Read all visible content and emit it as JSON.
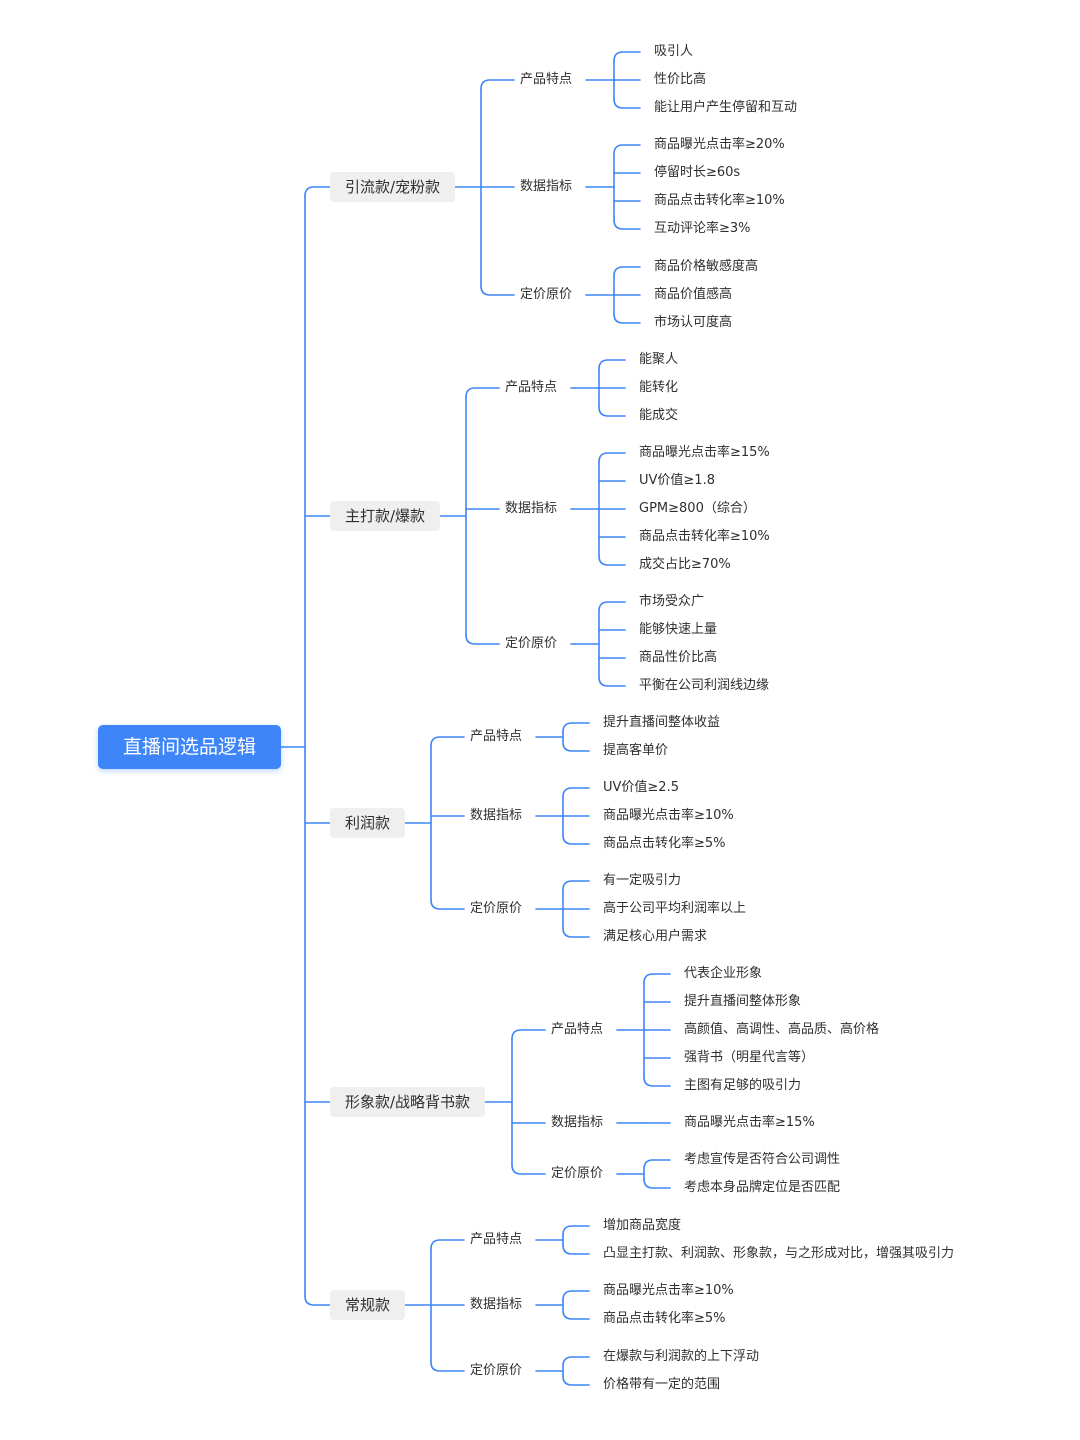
{
  "root": {
    "label": "直播间选品逻辑"
  },
  "colors": {
    "line": "#3d85f8",
    "root_bg": "#3d85f8",
    "category_bg": "#efefef",
    "text": "#2f2f2f"
  },
  "categories": [
    {
      "label": "引流款/宠粉款",
      "groups": [
        {
          "label": "产品特点",
          "items": [
            "吸引人",
            "性价比高",
            "能让用户产生停留和互动"
          ]
        },
        {
          "label": "数据指标",
          "items": [
            "商品曝光点击率≥20%",
            "停留时长≥60s",
            "商品点击转化率≥10%",
            "互动评论率≥3%"
          ]
        },
        {
          "label": "定价原价",
          "items": [
            "商品价格敏感度高",
            "商品价值感高",
            "市场认可度高"
          ]
        }
      ]
    },
    {
      "label": "主打款/爆款",
      "groups": [
        {
          "label": "产品特点",
          "items": [
            "能聚人",
            "能转化",
            "能成交"
          ]
        },
        {
          "label": "数据指标",
          "items": [
            "商品曝光点击率≥15%",
            "UV价值≥1.8",
            "GPM≥800（综合）",
            "商品点击转化率≥10%",
            "成交占比≥70%"
          ]
        },
        {
          "label": "定价原价",
          "items": [
            "市场受众广",
            "能够快速上量",
            "商品性价比高",
            "平衡在公司利润线边缘"
          ]
        }
      ]
    },
    {
      "label": "利润款",
      "groups": [
        {
          "label": "产品特点",
          "items": [
            "提升直播间整体收益",
            "提高客单价"
          ]
        },
        {
          "label": "数据指标",
          "items": [
            "UV价值≥2.5",
            "商品曝光点击率≥10%",
            "商品点击转化率≥5%"
          ]
        },
        {
          "label": "定价原价",
          "items": [
            "有一定吸引力",
            "高于公司平均利润率以上",
            "满足核心用户需求"
          ]
        }
      ]
    },
    {
      "label": "形象款/战略背书款",
      "groups": [
        {
          "label": "产品特点",
          "items": [
            "代表企业形象",
            "提升直播间整体形象",
            "高颜值、高调性、高品质、高价格",
            "强背书（明星代言等）",
            "主图有足够的吸引力"
          ]
        },
        {
          "label": "数据指标",
          "items": [
            "商品曝光点击率≥15%"
          ]
        },
        {
          "label": "定价原价",
          "items": [
            "考虑宣传是否符合公司调性",
            "考虑本身品牌定位是否匹配"
          ]
        }
      ]
    },
    {
      "label": "常规款",
      "groups": [
        {
          "label": "产品特点",
          "items": [
            "增加商品宽度",
            "凸显主打款、利润款、形象款，与之形成对比，增强其吸引力"
          ]
        },
        {
          "label": "数据指标",
          "items": [
            "商品曝光点击率≥10%",
            "商品点击转化率≥5%"
          ]
        },
        {
          "label": "定价原价",
          "items": [
            "在爆款与利润款的上下浮动",
            "价格带有一定的范围"
          ]
        }
      ]
    }
  ]
}
